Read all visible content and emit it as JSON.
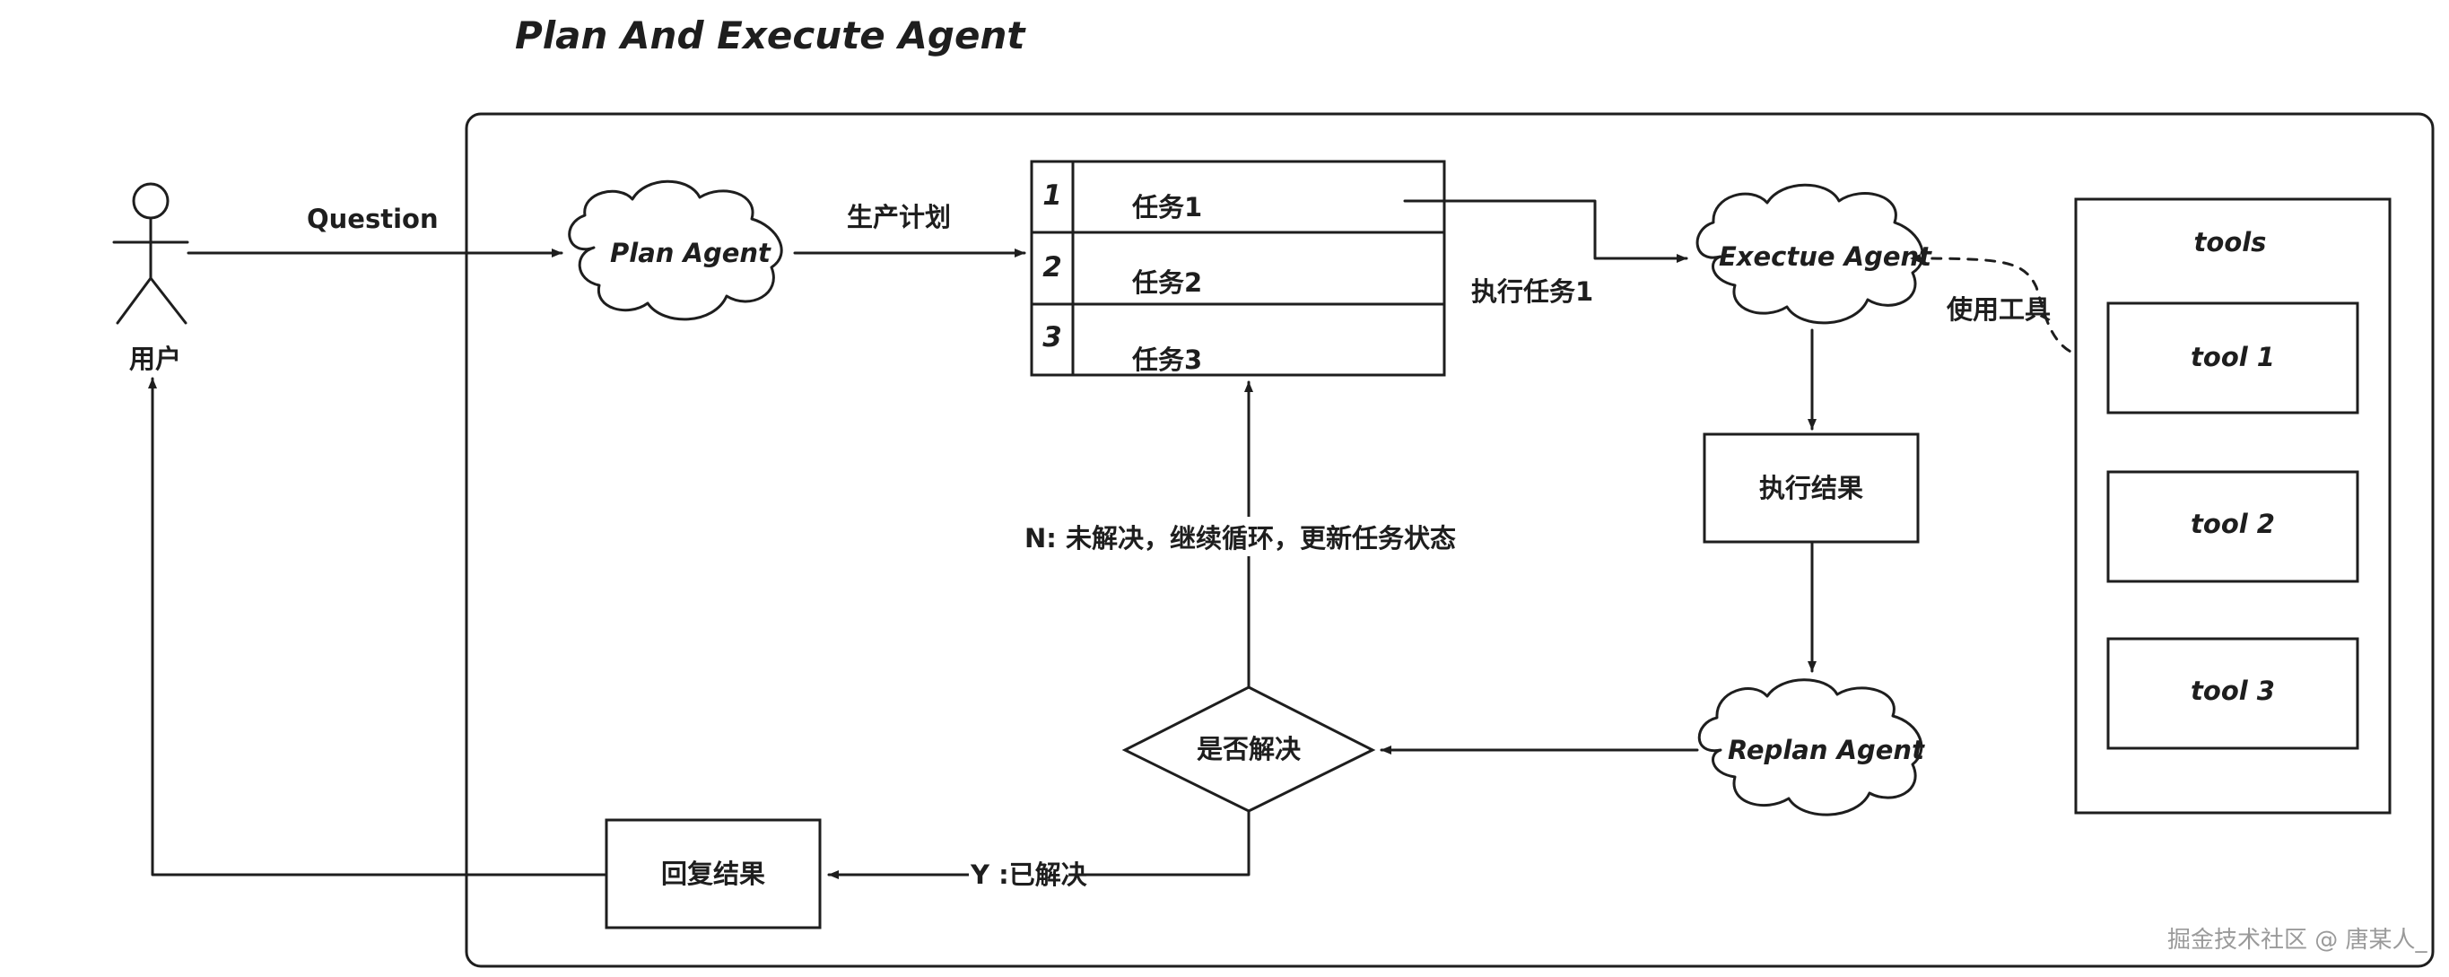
{
  "title": "Plan And Execute  Agent",
  "user": {
    "label": "用户"
  },
  "question_label": "Question",
  "plan_agent": {
    "label": "Plan Agent"
  },
  "produce_plan_label": "生产计划",
  "tasks": [
    {
      "num": "1",
      "label": "任务1"
    },
    {
      "num": "2",
      "label": "任务2"
    },
    {
      "num": "3",
      "label": "任务3"
    }
  ],
  "execute_task_label": "执行任务1",
  "execute_agent": {
    "label": "Exectue Agent"
  },
  "use_tools_label": "使用工具",
  "tools": {
    "title": "tools",
    "items": [
      "tool 1",
      "tool 2",
      "tool 3"
    ]
  },
  "exec_result": {
    "label": "执行结果"
  },
  "replan_agent": {
    "label": "Replan Agent"
  },
  "decision": {
    "label": "是否解决"
  },
  "no_branch_label": "N: 未解决，继续循环，更新任务状态",
  "yes_branch_label": "Y :已解决",
  "reply_result": {
    "label": "回复结果"
  },
  "watermark": "掘金技术社区 @ 唐某人_"
}
